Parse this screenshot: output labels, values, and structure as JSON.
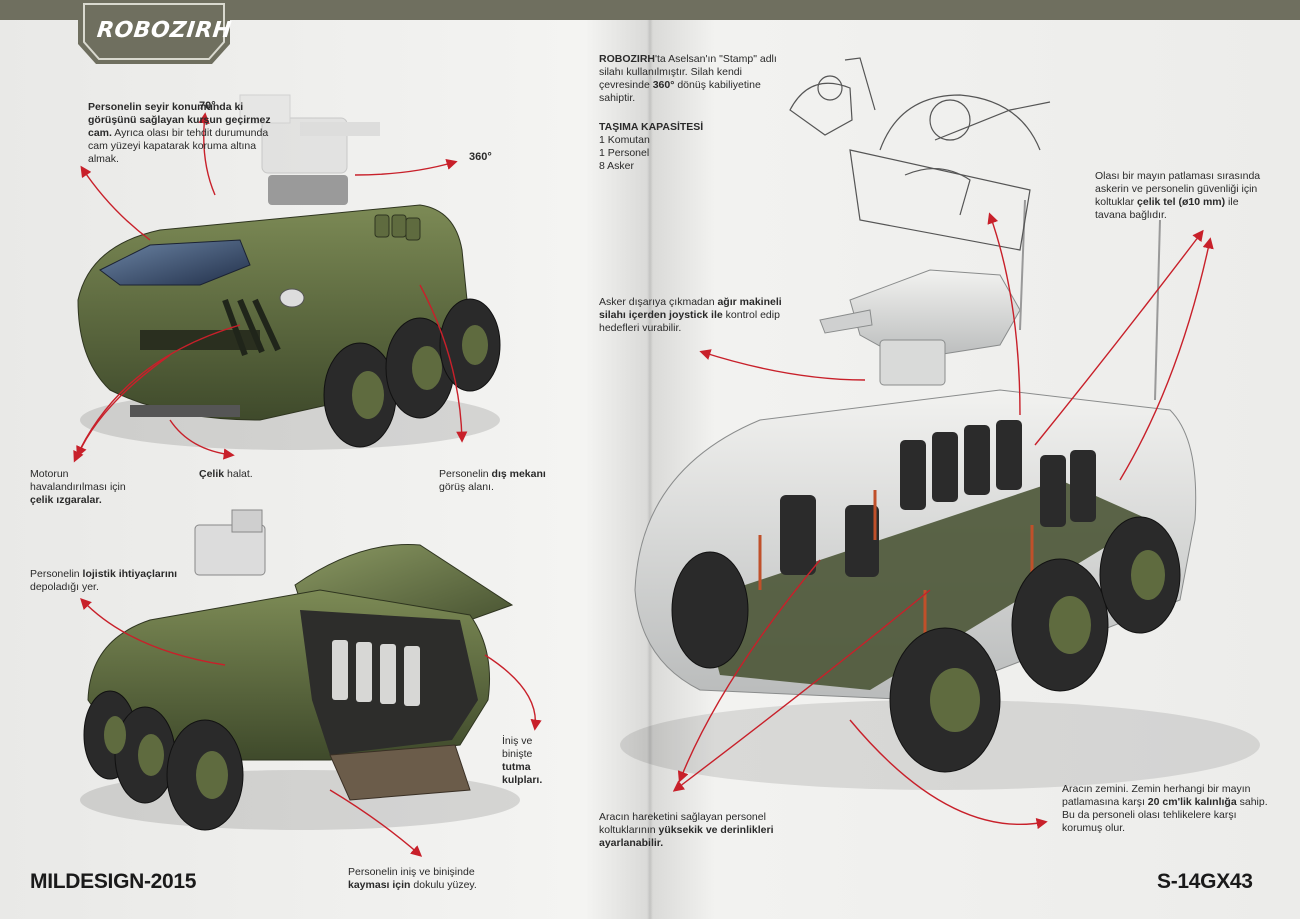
{
  "brand": {
    "logo_text": "ROBOZIRH"
  },
  "colors": {
    "olive": "#5f6b3f",
    "olive_dark": "#3c4429",
    "arrow_red": "#c8202a",
    "header_bar": "#6f6f5f"
  },
  "footer": {
    "left": "MILDESIGN-2015",
    "right": "S-14GX43"
  },
  "left_page": {
    "glass_note": {
      "b1": "Personelin seyir konumunda ki görüşünü sağlayan kurşun geçirmez cam.",
      "t1": " Ayrıca olası bir tehdit durumunda cam yüzeyi kapatarak koruma altına almak."
    },
    "angle_70": "70°",
    "angle_360": "360°",
    "grille_note": {
      "t1": "Motorun havalandırılması için ",
      "b1": "çelik ızgaralar."
    },
    "cable_note": {
      "b1": "Çelik",
      "t1": " halat."
    },
    "exterior_note": {
      "t1": "Personelin ",
      "b1": "dış mekanı",
      "t2": " görüş alanı."
    },
    "logistics_note": {
      "t1": "Personelin ",
      "b1": "lojistik ihtiyaçlarını",
      "t2": " depoladığı yer."
    },
    "handles_note": {
      "t1": "İniş ve binişte ",
      "b1": "tutma kulpları."
    },
    "floor_note": {
      "t1": "Personelin iniş ve binişinde ",
      "b1": "kayması için",
      "t2": " dokulu yüzey."
    }
  },
  "right_page": {
    "stamp_note": {
      "b1": "ROBOZIRH",
      "t1": "'ta Aselsan'ın \"Stamp\" adlı silahı kullanılmıştır. Silah kendi çevresinde ",
      "b2": "360°",
      "t2": " dönüş kabiliyetine sahiptir."
    },
    "capacity": {
      "title": "TAŞIMA KAPASİTESİ",
      "items": [
        "1 Komutan",
        "1 Personel",
        "8 Asker"
      ]
    },
    "seat_wire_note": {
      "t1": "Olası bir mayın patlaması sırasında askerin ve personelin güvenliği için koltuklar ",
      "b1": "çelik tel (ø10 mm)",
      "t2": " ile tavana bağlıdır."
    },
    "joystick_note": {
      "t1": "Asker dışarıya çıkmadan ",
      "b1": "ağır makineli silahı içerden joystick ile",
      "t2": " kontrol edip hedefleri vurabilir."
    },
    "seat_adjust_note": {
      "t1": "Aracın hareketini sağlayan personel koltuklarının ",
      "b1": "yüksekik ve derinlikleri ayarlanabilir."
    },
    "floor_note": {
      "t1": "Aracın zemini. Zemin herhangi bir mayın patlamasına karşı ",
      "b1": "20 cm'lik kalınlığa",
      "t2": " sahip. Bu da personeli olası tehlikelere karşı korumuş olur."
    }
  }
}
